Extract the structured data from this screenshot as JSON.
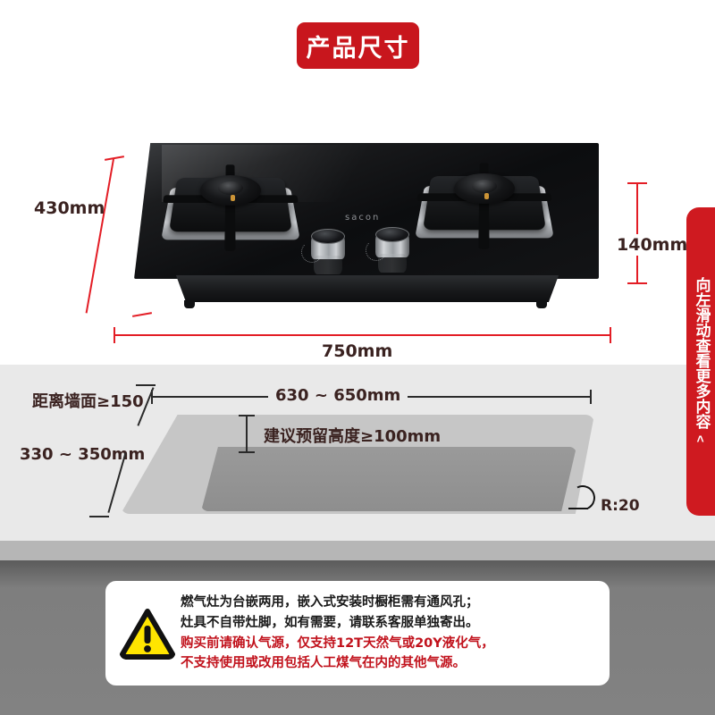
{
  "title_banner": {
    "text": "产品尺寸"
  },
  "side_tab": {
    "text": "向左滑动查看更多内容",
    "chevron": "<",
    "icon": "chevron-left-icon"
  },
  "product": {
    "brand_logo": "sacon",
    "type": "two-burner-gas-cooktop",
    "burner_left": "burner-left",
    "burner_right": "burner-right",
    "knob_left": "control-knob-left",
    "knob_right": "control-knob-right"
  },
  "appliance_dimensions": {
    "height_label": "430mm",
    "depth_label": "140mm",
    "width_label": "750mm"
  },
  "cutout_dimensions": {
    "wall_distance_label": "距离墙面≥150",
    "cutout_width_label": "630 ~ 650mm",
    "cutout_depth_label": "330 ~ 350mm",
    "reserved_height_label": "建议预留高度≥100mm",
    "corner_radius_label": "R:20"
  },
  "warning": {
    "icon": "warning-triangle-icon",
    "lines": [
      {
        "text": "燃气灶为台嵌两用，嵌入式安装时橱柜需有通风孔；",
        "emphasis": false
      },
      {
        "text": "灶具不自带灶脚，如有需要，请联系客服单独寄出。",
        "emphasis": false
      },
      {
        "text": "购买前请确认气源，仅支持12T天然气或20Y液化气，",
        "emphasis": true
      },
      {
        "text": "不支持使用或改用包括人工煤气在内的其他气源。",
        "emphasis": true
      }
    ]
  },
  "colors": {
    "banner_red": "#c8161d",
    "tab_red": "#cf1a20",
    "dimension_red": "#e31d25",
    "label_dark": "#3a2220",
    "warning_red": "#c1121c",
    "warning_yellow": "#ffe500"
  }
}
